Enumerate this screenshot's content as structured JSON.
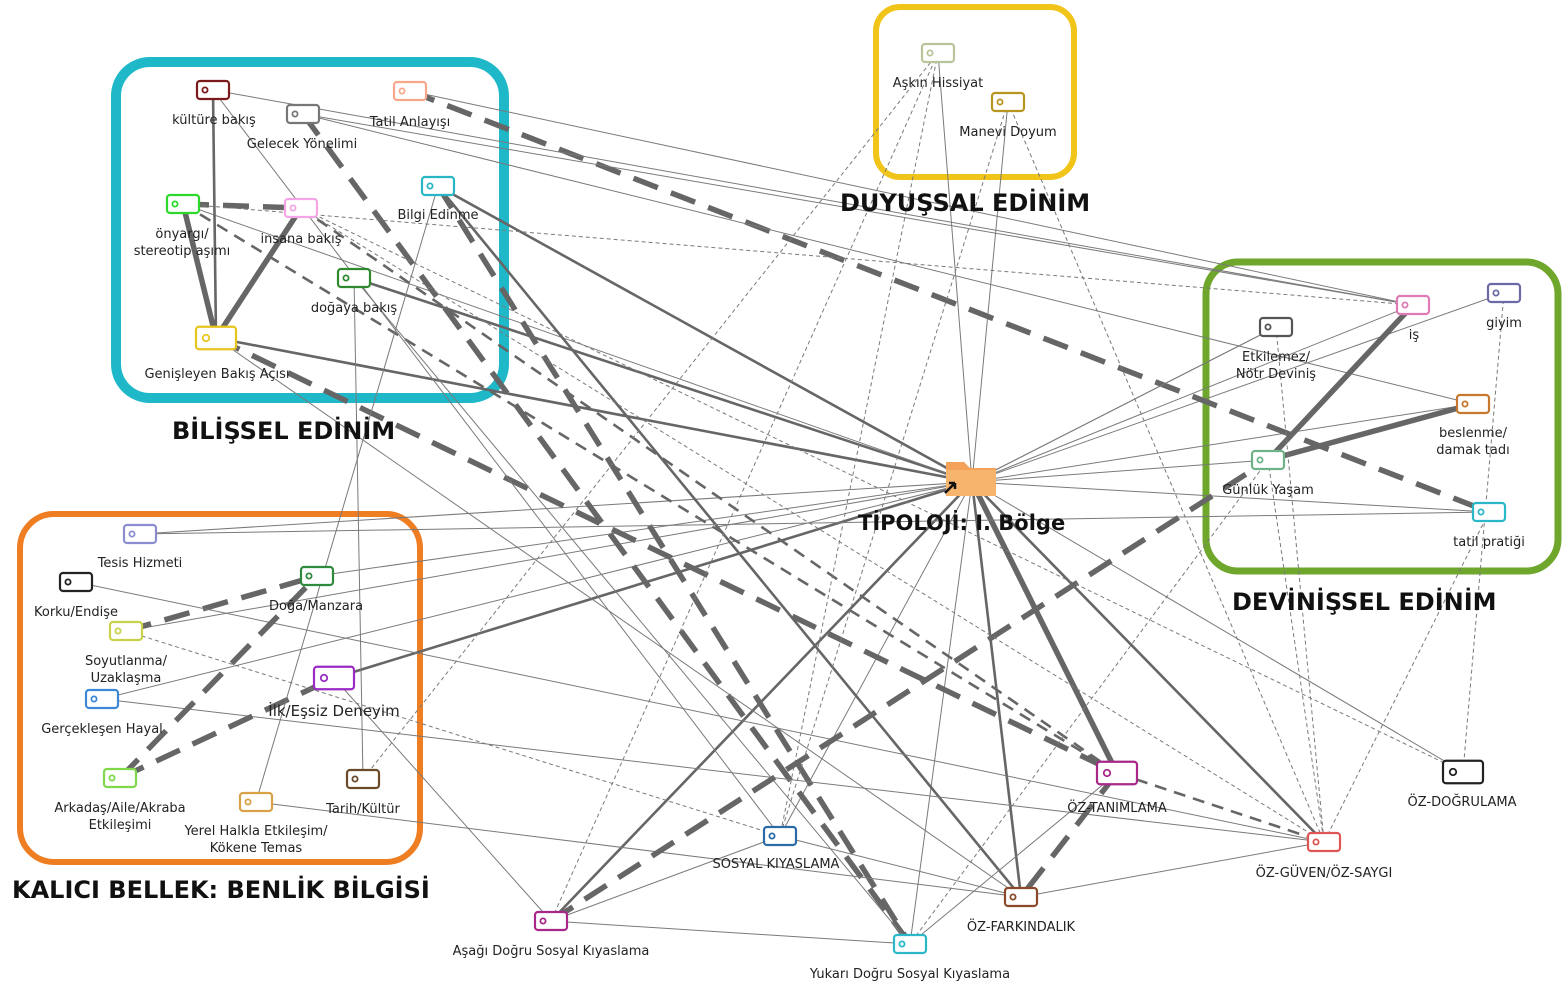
{
  "center": {
    "label": "TİPOLOJİ: I. Bölge",
    "icon": "folder-icon",
    "color": "#f4a259"
  },
  "groups": [
    {
      "id": "bilissel",
      "title": "BİLİŞSEL EDİNİM",
      "color": "#1fb8c8"
    },
    {
      "id": "duyussal",
      "title": "DUYUŞSAL EDİNİM",
      "color": "#f0c419"
    },
    {
      "id": "devinissel",
      "title": "DEVİNİŞSEL EDİNİM",
      "color": "#6fa62c"
    },
    {
      "id": "kalici",
      "title": "KALICI BELLEK: BENLİK BİLGİSİ",
      "color": "#ef7d22"
    }
  ],
  "nodes": [
    {
      "id": "kultur",
      "label": [
        "kültüre bakış"
      ],
      "color": "#7b1a1a",
      "icon": "code-tag-icon"
    },
    {
      "id": "tatil",
      "label": [
        "Tatil Anlayışı"
      ],
      "color": "#f6a98a",
      "icon": "code-tag-icon"
    },
    {
      "id": "gelecek",
      "label": [
        "Gelecek Yönelimi"
      ],
      "color": "#777777",
      "icon": "code-tag-icon"
    },
    {
      "id": "bilgi",
      "label": [
        "Bilgi Edinme"
      ],
      "color": "#29b6c4",
      "icon": "code-tag-icon"
    },
    {
      "id": "onyargi",
      "label": [
        "önyargı/",
        "stereotip aşımı"
      ],
      "color": "#2bd82b",
      "icon": "code-tag-icon"
    },
    {
      "id": "insana",
      "label": [
        "insana bakış"
      ],
      "color": "#f2a6e6",
      "icon": "code-tag-icon"
    },
    {
      "id": "dogaya",
      "label": [
        "doğaya bakış"
      ],
      "color": "#2f8a2f",
      "icon": "code-tag-icon"
    },
    {
      "id": "genis",
      "label": [
        "Genişleyen Bakış Açısı"
      ],
      "color": "#e8c51e",
      "icon": "code-tag-icon"
    },
    {
      "id": "askin",
      "label": [
        "Aşkın Hissiyat"
      ],
      "color": "#b9c49a",
      "icon": "code-tag-icon"
    },
    {
      "id": "manevi",
      "label": [
        "Manevi Doyum"
      ],
      "color": "#b8951e",
      "icon": "code-tag-icon"
    },
    {
      "id": "is",
      "label": [
        "iş"
      ],
      "color": "#e07ab5",
      "icon": "code-tag-icon"
    },
    {
      "id": "giyim",
      "label": [
        "giyim"
      ],
      "color": "#6b6aa6",
      "icon": "code-tag-icon"
    },
    {
      "id": "etkilemez",
      "label": [
        "Etkilemez/",
        "Nötr Deviniş"
      ],
      "color": "#555555",
      "icon": "code-tag-icon"
    },
    {
      "id": "beslenme",
      "label": [
        "beslenme/",
        "damak tadı"
      ],
      "color": "#c8772e",
      "icon": "code-tag-icon"
    },
    {
      "id": "gunluk",
      "label": [
        "Günlük Yaşam"
      ],
      "color": "#6fb28a",
      "icon": "code-tag-icon"
    },
    {
      "id": "tatilp",
      "label": [
        "tatil pratiği"
      ],
      "color": "#2ab8c8",
      "icon": "code-tag-icon"
    },
    {
      "id": "tesis",
      "label": [
        "Tesis Hizmeti"
      ],
      "color": "#8c8cd0",
      "icon": "code-tag-icon"
    },
    {
      "id": "korku",
      "label": [
        "Korku/Endişe"
      ],
      "color": "#222222",
      "icon": "code-tag-icon"
    },
    {
      "id": "doga",
      "label": [
        "Doğa/Manzara"
      ],
      "color": "#2e8a3c",
      "icon": "code-tag-icon"
    },
    {
      "id": "soyut",
      "label": [
        "Soyutlanma/",
        "Uzaklaşma"
      ],
      "color": "#c9d24a",
      "icon": "code-tag-icon"
    },
    {
      "id": "gercek",
      "label": [
        "Gerçekleşen Hayal"
      ],
      "color": "#3c88d6",
      "icon": "code-tag-icon"
    },
    {
      "id": "ilk",
      "label": [
        "İlk/Eşsiz Deneyim"
      ],
      "color": "#9a2bc4",
      "icon": "code-tag-icon"
    },
    {
      "id": "arkadas",
      "label": [
        "Arkadaş/Aile/Akraba",
        "Etkileşimi"
      ],
      "color": "#7fd84a",
      "icon": "code-tag-icon"
    },
    {
      "id": "yerel",
      "label": [
        "Yerel Halkla Etkileşim/",
        "Kökene Temas"
      ],
      "color": "#d9a246",
      "icon": "code-tag-icon"
    },
    {
      "id": "tarih",
      "label": [
        "Tarih/Kültür"
      ],
      "color": "#6b4a2a",
      "icon": "code-tag-icon"
    },
    {
      "id": "oztan",
      "label": [
        "ÖZ-TANIMLAMA"
      ],
      "color": "#a8288a",
      "icon": "code-tag-icon"
    },
    {
      "id": "ozdog",
      "label": [
        "ÖZ-DOĞRULAMA"
      ],
      "color": "#222222",
      "icon": "code-tag-icon"
    },
    {
      "id": "ozguv",
      "label": [
        "ÖZ-GÜVEN/ÖZ-SAYGI"
      ],
      "color": "#e05555",
      "icon": "code-tag-icon"
    },
    {
      "id": "ozfar",
      "label": [
        "ÖZ-FARKINDALIK"
      ],
      "color": "#8a4a2a",
      "icon": "code-tag-icon"
    },
    {
      "id": "sosyal",
      "label": [
        "SOSYAL KIYASLAMA"
      ],
      "color": "#2a6aa6",
      "icon": "code-tag-icon"
    },
    {
      "id": "asagi",
      "label": [
        "Aşağı Doğru Sosyal Kıyaslama"
      ],
      "color": "#a8288a",
      "icon": "code-tag-icon"
    },
    {
      "id": "yukari",
      "label": [
        "Yukarı Doğru Sosyal Kıyaslama"
      ],
      "color": "#2ab8c8",
      "icon": "code-tag-icon"
    }
  ],
  "edges": [
    [
      "genis",
      "center",
      "medium",
      "solid"
    ],
    [
      "bilgi",
      "center",
      "medium",
      "solid"
    ],
    [
      "dogaya",
      "center",
      "medium",
      "solid"
    ],
    [
      "onyargi",
      "center",
      "thin",
      "solid"
    ],
    [
      "askin",
      "center",
      "thin",
      "solid"
    ],
    [
      "manevi",
      "center",
      "thin",
      "solid"
    ],
    [
      "is",
      "center",
      "thin",
      "solid"
    ],
    [
      "giyim",
      "center",
      "thin",
      "solid"
    ],
    [
      "etkilemez",
      "center",
      "thin",
      "solid"
    ],
    [
      "beslenme",
      "center",
      "thin",
      "solid"
    ],
    [
      "gunluk",
      "center",
      "thin",
      "solid"
    ],
    [
      "tatilp",
      "center",
      "thin",
      "solid"
    ],
    [
      "tesis",
      "center",
      "thin",
      "solid"
    ],
    [
      "doga",
      "center",
      "thin",
      "solid"
    ],
    [
      "soyut",
      "center",
      "thin",
      "solid"
    ],
    [
      "ilk",
      "center",
      "medium",
      "solid"
    ],
    [
      "gercek",
      "center",
      "thin",
      "solid"
    ],
    [
      "oztan",
      "center",
      "thick",
      "solid"
    ],
    [
      "ozguv",
      "center",
      "medium",
      "solid"
    ],
    [
      "ozfar",
      "center",
      "medium",
      "solid"
    ],
    [
      "ozdog",
      "center",
      "thin",
      "solid"
    ],
    [
      "sosyal",
      "center",
      "thin",
      "solid"
    ],
    [
      "asagi",
      "center",
      "medium",
      "solid"
    ],
    [
      "yukari",
      "center",
      "thin",
      "solid"
    ],
    [
      "tatil",
      "tatilp",
      "thick",
      "dashed"
    ],
    [
      "tatil",
      "is",
      "thin",
      "solid"
    ],
    [
      "gelecek",
      "yukari",
      "thick",
      "dashed"
    ],
    [
      "bilgi",
      "yukari",
      "thick",
      "dashed"
    ],
    [
      "kultur",
      "genis",
      "medium",
      "solid"
    ],
    [
      "onyargi",
      "genis",
      "thick",
      "solid"
    ],
    [
      "onyargi",
      "insana",
      "thick",
      "dashed"
    ],
    [
      "insana",
      "genis",
      "thick",
      "solid"
    ],
    [
      "insana",
      "oztan",
      "medium",
      "dashed"
    ],
    [
      "onyargi",
      "oztan",
      "medium",
      "dashed"
    ],
    [
      "genis",
      "oztan",
      "thick",
      "dashed"
    ],
    [
      "bilgi",
      "ozfar",
      "medium",
      "solid"
    ],
    [
      "genis",
      "ozfar",
      "thin",
      "solid"
    ],
    [
      "kultur",
      "is",
      "thin",
      "solid"
    ],
    [
      "kultur",
      "sosyal",
      "thin",
      "solid"
    ],
    [
      "gelecek",
      "beslenme",
      "thin",
      "solid"
    ],
    [
      "dogaya",
      "yukari",
      "thin",
      "solid"
    ],
    [
      "askin",
      "asagi",
      "thin",
      "dashed"
    ],
    [
      "askin",
      "sosyal",
      "thin",
      "dashed"
    ],
    [
      "manevi",
      "sosyal",
      "thin",
      "dashed"
    ],
    [
      "manevi",
      "ozguv",
      "thin",
      "dashed"
    ],
    [
      "tesis",
      "tatilp",
      "thin",
      "solid"
    ],
    [
      "soyut",
      "doga",
      "thick",
      "dashed"
    ],
    [
      "korku",
      "ozguv",
      "thin",
      "solid"
    ],
    [
      "gercek",
      "ozguv",
      "thin",
      "solid"
    ],
    [
      "arkadas",
      "doga",
      "thick",
      "dashed"
    ],
    [
      "arkadas",
      "ilk",
      "thick",
      "dashed"
    ],
    [
      "ilk",
      "asagi",
      "thin",
      "solid"
    ],
    [
      "yerel",
      "ozfar",
      "thin",
      "solid"
    ],
    [
      "yerel",
      "bilgi",
      "thin",
      "solid"
    ],
    [
      "tarih",
      "dogaya",
      "thin",
      "solid"
    ],
    [
      "tarih",
      "askin",
      "thin",
      "dashed"
    ],
    [
      "gunluk",
      "beslenme",
      "thick",
      "solid"
    ],
    [
      "gunluk",
      "is",
      "thick",
      "solid"
    ],
    [
      "gunluk",
      "yukari",
      "thin",
      "dashed"
    ],
    [
      "gunluk",
      "ozguv",
      "thin",
      "dashed"
    ],
    [
      "asagi",
      "gunluk",
      "thick",
      "dashed"
    ],
    [
      "etkilemez",
      "ozguv",
      "thin",
      "dashed"
    ],
    [
      "etkilemez",
      "center",
      "thin",
      "solid"
    ],
    [
      "giyim",
      "ozdog",
      "thin",
      "dashed"
    ],
    [
      "oztan",
      "ozfar",
      "thick",
      "dashed"
    ],
    [
      "oztan",
      "ozguv",
      "medium",
      "dashed"
    ],
    [
      "ozfar",
      "ozguv",
      "thin",
      "solid"
    ],
    [
      "sosyal",
      "asagi",
      "thin",
      "solid"
    ],
    [
      "sosyal",
      "ozfar",
      "thin",
      "solid"
    ],
    [
      "asagi",
      "yukari",
      "thin",
      "solid"
    ],
    [
      "oztan",
      "yukari",
      "thin",
      "solid"
    ],
    [
      "ozdog",
      "insana",
      "thin",
      "dashed"
    ],
    [
      "ozguv",
      "insana",
      "thin",
      "dashed"
    ],
    [
      "is",
      "onyargi",
      "thin",
      "dashed"
    ],
    [
      "is",
      "gelecek",
      "thin",
      "solid"
    ],
    [
      "tatilp",
      "ozguv",
      "thin",
      "dashed"
    ],
    [
      "sosyal",
      "soyut",
      "thin",
      "dashed"
    ]
  ]
}
